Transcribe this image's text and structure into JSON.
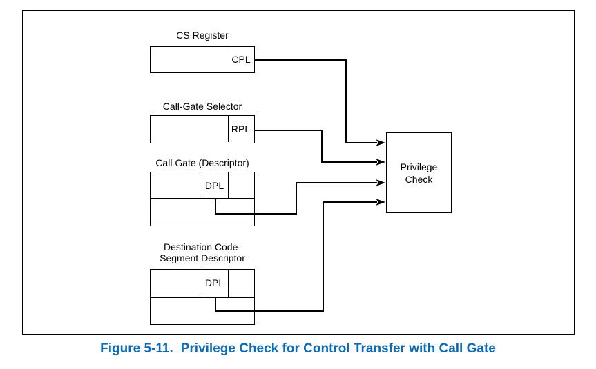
{
  "figure": {
    "blocks": [
      {
        "title": "CS Register",
        "field_label": "CPL"
      },
      {
        "title": "Call-Gate Selector",
        "field_label": "RPL"
      },
      {
        "title": "Call Gate (Descriptor)",
        "field_label": "DPL"
      },
      {
        "title_line1": "Destination Code-",
        "title_line2": "Segment Descriptor",
        "field_label": "DPL"
      }
    ],
    "privilege_check": {
      "line1": "Privilege",
      "line2": "Check"
    }
  },
  "caption": {
    "label": "Figure 5-11.",
    "title": "Privilege Check for Control Transfer with Call Gate"
  },
  "colors": {
    "caption_blue": "#0f6ab4",
    "line_black": "#000000"
  }
}
